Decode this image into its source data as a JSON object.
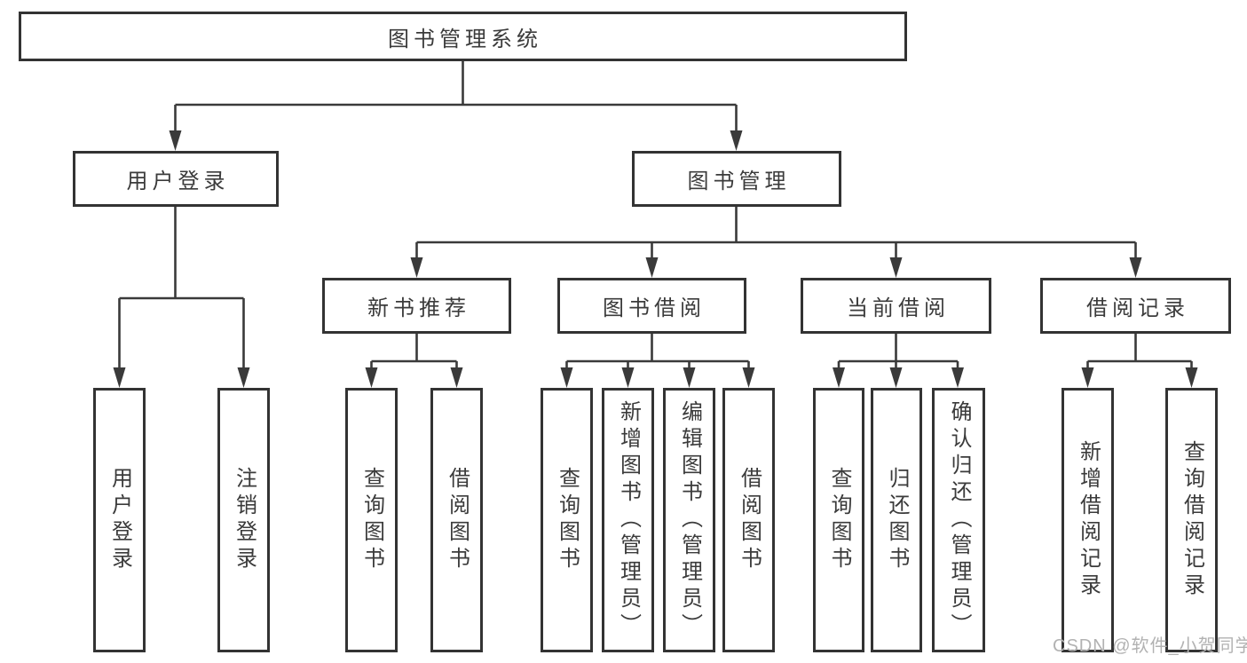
{
  "colors": {
    "line": "#3a3a3a",
    "box_border": "#333333",
    "text": "#3b3b3b",
    "watermark": "#b2b2b2",
    "background": "#ffffff"
  },
  "tree": {
    "label": "图书管理系统",
    "children": [
      {
        "label": "用户登录",
        "children": [
          {
            "label": "用户登录"
          },
          {
            "label": "注销登录"
          }
        ]
      },
      {
        "label": "图书管理",
        "children": [
          {
            "label": "新书推荐",
            "children": [
              {
                "label": "查询图书"
              },
              {
                "label": "借阅图书"
              }
            ]
          },
          {
            "label": "图书借阅",
            "children": [
              {
                "label": "查询图书"
              },
              {
                "label": "新增图书（管理员）"
              },
              {
                "label": "编辑图书（管理员）"
              },
              {
                "label": "借阅图书"
              }
            ]
          },
          {
            "label": "当前借阅",
            "children": [
              {
                "label": "查询图书"
              },
              {
                "label": "归还图书"
              },
              {
                "label": "确认归还（管理员）"
              }
            ]
          },
          {
            "label": "借阅记录",
            "children": [
              {
                "label": "新增借阅记录"
              },
              {
                "label": "查询借阅记录"
              }
            ]
          }
        ]
      }
    ]
  },
  "watermark": "CSDN @软件_小贺同学"
}
